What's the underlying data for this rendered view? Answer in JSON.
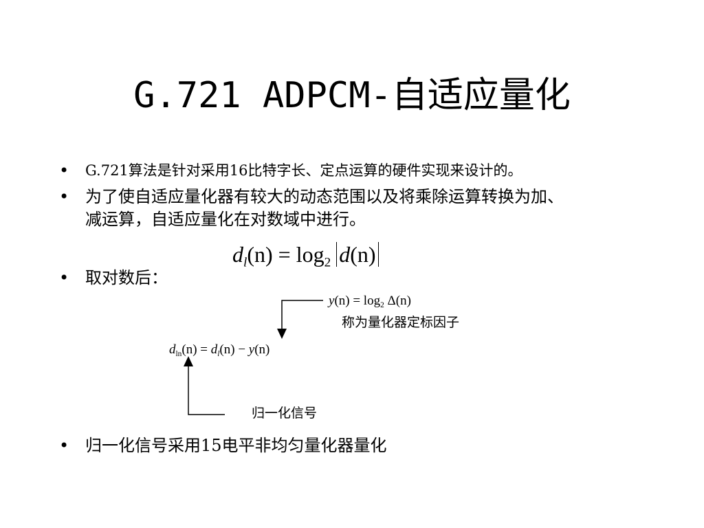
{
  "slide": {
    "title": "G.721 ADPCM-自适应量化",
    "bullets": [
      {
        "marker": "•",
        "text": "G.721算法是针对采用16比特字长、定点运算的硬件实现来设计的。"
      },
      {
        "marker": "•",
        "lines": [
          "为了使自适应量化器有较大的动态范围以及将乘除运算转换为加、",
          "减运算，自适应量化在对数域中进行。"
        ]
      },
      {
        "marker": "•",
        "text": "取对数后："
      },
      {
        "marker": "•",
        "text": "归一化信号采用15电平非均匀量化器量化"
      }
    ],
    "formulas": {
      "f1": {
        "lhs": "d",
        "lhs_sub": "l",
        "arg": "(n)",
        "eq": " = log",
        "log_base": "2",
        "abs_inner": "d",
        "abs_arg": "(n)"
      },
      "f2": {
        "lhs": "y",
        "arg": "(n)",
        "eq": " = log",
        "log_base": "2",
        "delta": " Δ",
        "delta_arg": "(n)"
      },
      "f3": {
        "lhs": "d",
        "lhs_sub": "ln",
        "arg": "(n)",
        "eq": " = ",
        "t1": "d",
        "t1_sub": "l",
        "t1_arg": "(n)",
        "minus": " − ",
        "t2": "y",
        "t2_arg": "(n)"
      }
    },
    "annotations": {
      "scale_factor_label": "称为量化器定标因子",
      "normalized_signal_label": "归一化信号"
    }
  }
}
